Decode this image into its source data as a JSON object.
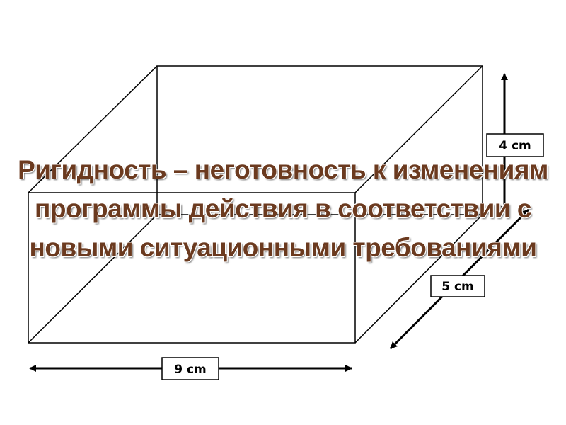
{
  "diagram": {
    "labels": {
      "height": "4 cm",
      "depth": "5 cm",
      "width": "9 cm"
    },
    "colors": {
      "lines": "#000000",
      "caption": "#6b3a1f"
    }
  },
  "caption": {
    "line1": "Ригидность – неготовность к изменениям",
    "line2": "программы действия в соответствии с",
    "line3": "новыми ситуационными требованиями"
  }
}
